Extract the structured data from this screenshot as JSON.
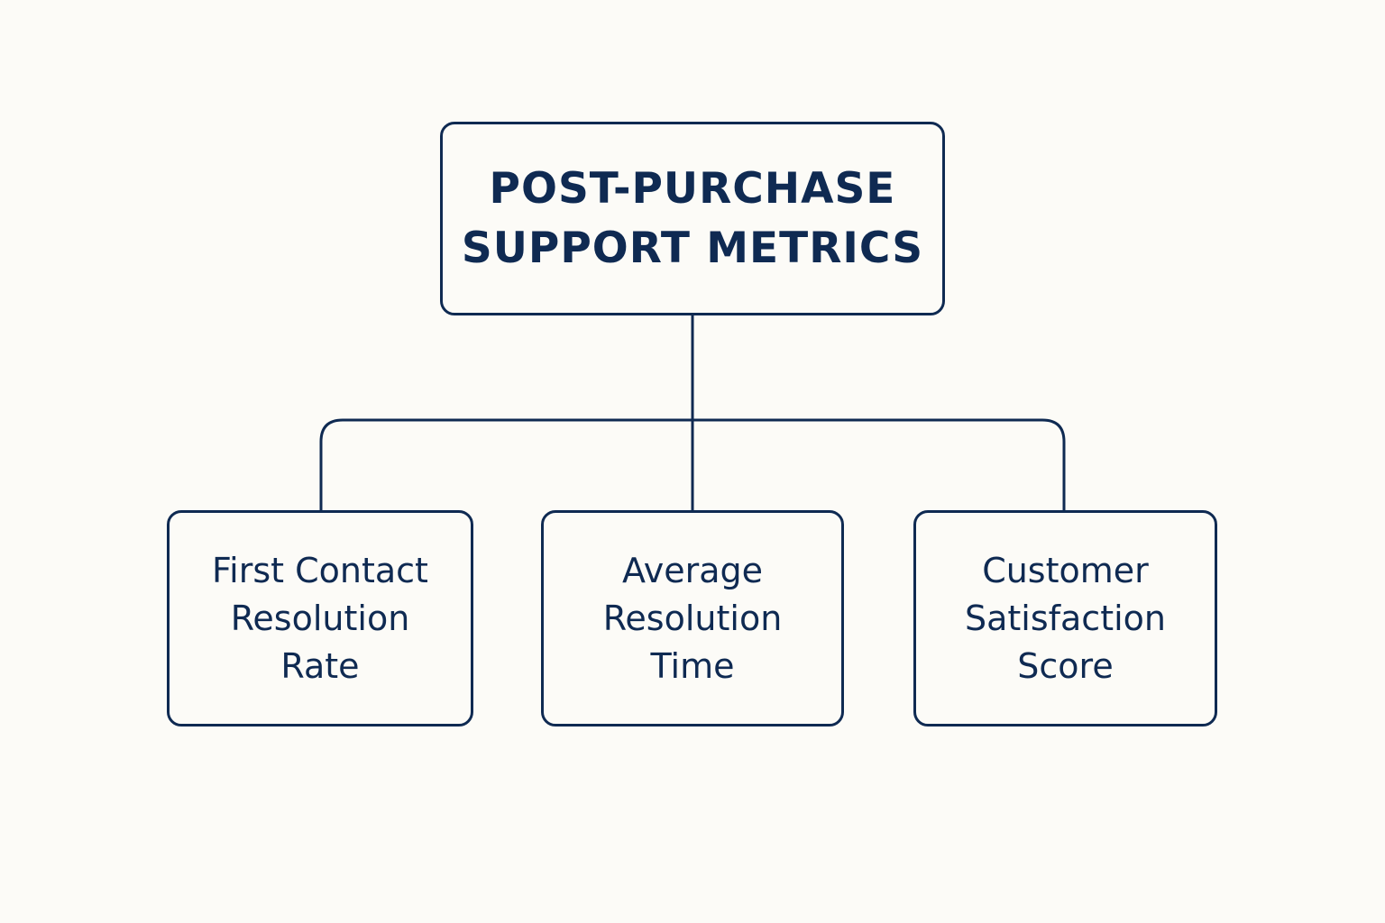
{
  "diagram": {
    "root": {
      "label": "POST-PURCHASE\nSUPPORT METRICS"
    },
    "children": [
      {
        "label": "First Contact\nResolution\nRate"
      },
      {
        "label": "Average\nResolution\nTime"
      },
      {
        "label": "Customer\nSatisfaction\nScore"
      }
    ]
  },
  "colors": {
    "background": "#fcfbf7",
    "ink": "#0f2a52"
  }
}
